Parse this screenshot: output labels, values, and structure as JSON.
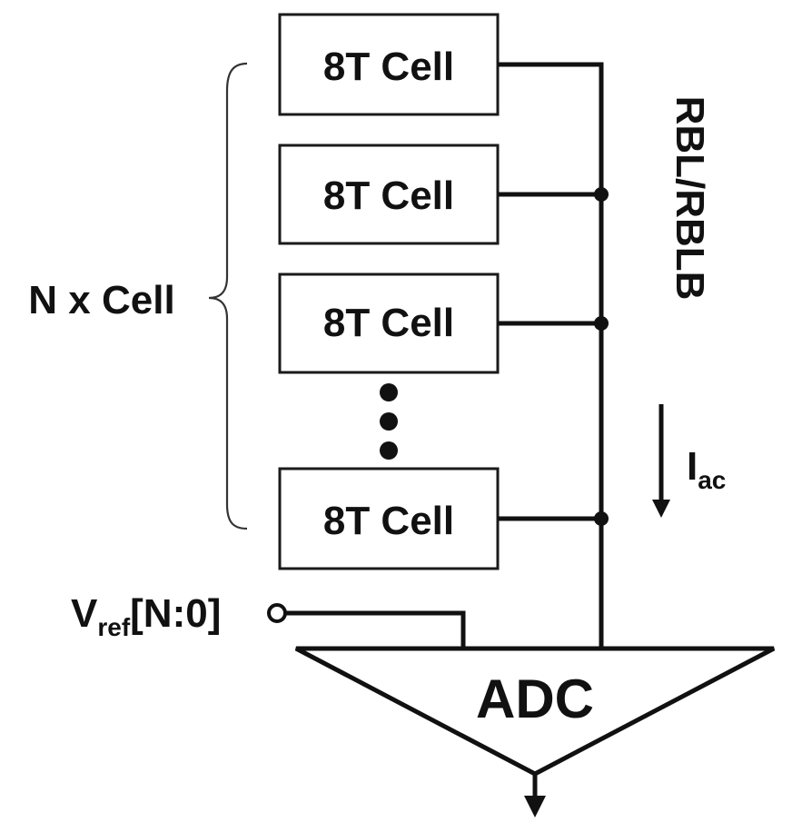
{
  "cells": [
    {
      "label": "8T Cell"
    },
    {
      "label": "8T Cell"
    },
    {
      "label": "8T Cell"
    },
    {
      "label": "8T Cell"
    }
  ],
  "group_label": "N x Cell",
  "bitline_label": "RBL/RBLB",
  "current": {
    "main": "I",
    "sub": "ac"
  },
  "vref": {
    "main": "V",
    "sub": "ref",
    "suffix": "[N:0]"
  },
  "adc_label": "ADC"
}
